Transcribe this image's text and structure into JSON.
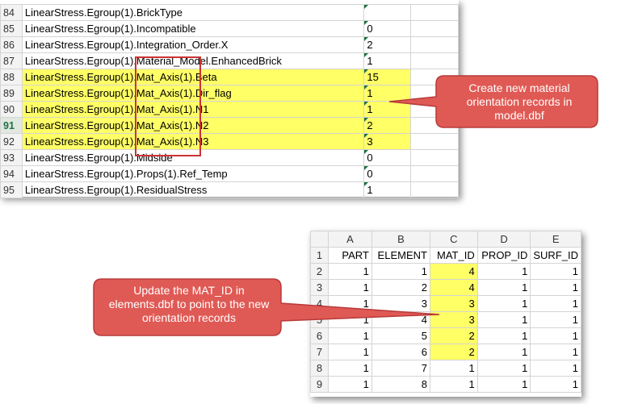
{
  "top_sheet": {
    "rows": [
      {
        "num": "84",
        "name": "LinearStress.Egroup(1).BrickType",
        "value": ""
      },
      {
        "num": "85",
        "name": "LinearStress.Egroup(1).Incompatible",
        "value": "0"
      },
      {
        "num": "86",
        "name": "LinearStress.Egroup(1).Integration_Order.X",
        "value": "2"
      },
      {
        "num": "87",
        "name": "LinearStress.Egroup(1).Material_Model.EnhancedBrick",
        "value": "1"
      },
      {
        "num": "88",
        "name": "LinearStress.Egroup(1).Mat_Axis(1).Beta",
        "value": "15"
      },
      {
        "num": "89",
        "name": "LinearStress.Egroup(1).Mat_Axis(1).Dir_flag",
        "value": "1"
      },
      {
        "num": "90",
        "name": "LinearStress.Egroup(1).Mat_Axis(1).N1",
        "value": "1"
      },
      {
        "num": "91",
        "name": "LinearStress.Egroup(1).Mat_Axis(1).N2",
        "value": "2"
      },
      {
        "num": "92",
        "name": "LinearStress.Egroup(1).Mat_Axis(1).N3",
        "value": "3"
      },
      {
        "num": "93",
        "name": "LinearStress.Egroup(1).Midside",
        "value": "0"
      },
      {
        "num": "94",
        "name": "LinearStress.Egroup(1).Props(1).Ref_Temp",
        "value": "0"
      },
      {
        "num": "95",
        "name": "LinearStress.Egroup(1).ResidualStress",
        "value": "1"
      }
    ]
  },
  "callout_top": "Create new material orientation records in model.dbf",
  "bottom_sheet": {
    "col_letters": [
      "A",
      "B",
      "C",
      "D",
      "E"
    ],
    "header_row_num": "1",
    "headers": [
      "PART",
      "ELEMENT",
      "MAT_ID",
      "PROP_ID",
      "SURF_ID"
    ],
    "rows": [
      {
        "num": "2",
        "cells": [
          "1",
          "1",
          "4",
          "1",
          "1"
        ]
      },
      {
        "num": "3",
        "cells": [
          "1",
          "2",
          "4",
          "1",
          "1"
        ]
      },
      {
        "num": "4",
        "cells": [
          "1",
          "3",
          "3",
          "1",
          "1"
        ]
      },
      {
        "num": "5",
        "cells": [
          "1",
          "4",
          "3",
          "1",
          "1"
        ]
      },
      {
        "num": "6",
        "cells": [
          "1",
          "5",
          "2",
          "1",
          "1"
        ]
      },
      {
        "num": "7",
        "cells": [
          "1",
          "6",
          "2",
          "1",
          "1"
        ]
      },
      {
        "num": "8",
        "cells": [
          "1",
          "7",
          "1",
          "1",
          "1"
        ]
      },
      {
        "num": "9",
        "cells": [
          "1",
          "8",
          "1",
          "1",
          "1"
        ]
      }
    ]
  },
  "callout_bottom": "Update the MAT_ID in elements.dbf to point to the new orientation records",
  "colors": {
    "highlight": "#ffff66",
    "callout_fill": "#e05a55",
    "callout_border": "#b83a3a",
    "box": "#cc3333",
    "grid": "#d4d4d4"
  }
}
